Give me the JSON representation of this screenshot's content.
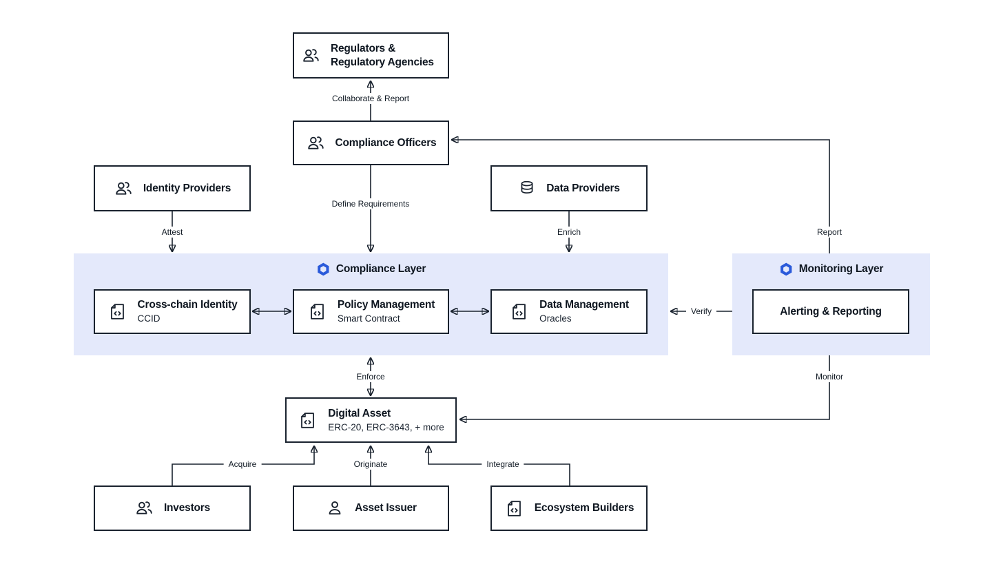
{
  "palette": {
    "accent": "#2a5ada",
    "layer_background": "#e4e9fb",
    "line_color": "#19222e",
    "box_border": "#19222e",
    "text_color": "#0e1620",
    "canvas_background": "#ffffff"
  },
  "layers": {
    "compliance": {
      "label": "Compliance Layer",
      "icon": "chainlink-hexagon-icon"
    },
    "monitoring": {
      "label": "Monitoring Layer",
      "icon": "chainlink-hexagon-icon"
    }
  },
  "nodes": {
    "regulators": {
      "title": "Regulators & Regulatory Agencies",
      "icon": "people-icon"
    },
    "compliance_officers": {
      "title": "Compliance Officers",
      "icon": "people-icon"
    },
    "identity_providers": {
      "title": "Identity Providers",
      "icon": "people-icon"
    },
    "data_providers": {
      "title": "Data Providers",
      "icon": "database-icon"
    },
    "cross_chain_identity": {
      "title": "Cross-chain Identity",
      "subtitle": "CCID",
      "icon": "contract-icon"
    },
    "policy_management": {
      "title": "Policy Management",
      "subtitle": "Smart Contract",
      "icon": "contract-icon"
    },
    "data_management": {
      "title": "Data Management",
      "subtitle": "Oracles",
      "icon": "contract-icon"
    },
    "alerting_reporting": {
      "title": "Alerting & Reporting"
    },
    "digital_asset": {
      "title": "Digital Asset",
      "subtitle": "ERC-20, ERC-3643, + more",
      "icon": "contract-icon"
    },
    "investors": {
      "title": "Investors",
      "icon": "people-icon"
    },
    "asset_issuer": {
      "title": "Asset Issuer",
      "icon": "person-icon"
    },
    "ecosystem_builders": {
      "title": "Ecosystem Builders",
      "icon": "contract-icon"
    }
  },
  "edges": {
    "collaborate_report": "Collaborate & Report",
    "define_requirements": "Define Requirements",
    "attest": "Attest",
    "enrich": "Enrich",
    "report": "Report",
    "verify": "Verify",
    "enforce": "Enforce",
    "monitor": "Monitor",
    "acquire": "Acquire",
    "originate": "Originate",
    "integrate": "Integrate"
  }
}
